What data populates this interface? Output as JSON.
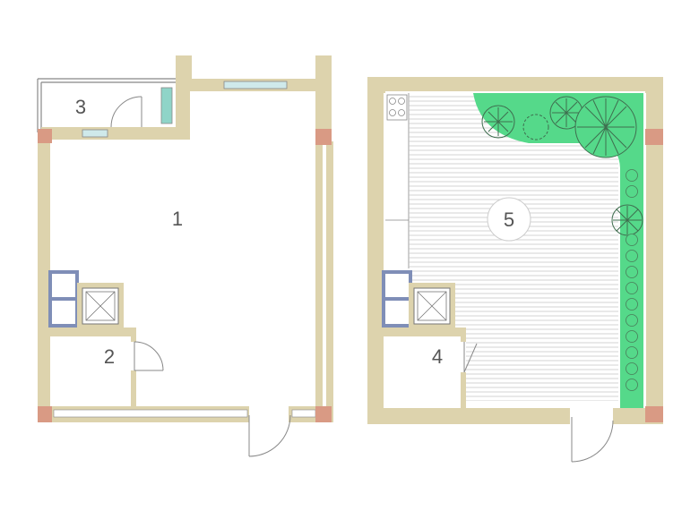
{
  "colors": {
    "wall": "#ddd3ad",
    "column": "#d99a84",
    "window_glass": "#cfe9ea",
    "partition": "#7f8eb7",
    "greenery": "#55d98a",
    "tree_outline": "#4a7d5a",
    "deck_line": "#c4c4c4",
    "door_line": "#888888",
    "stair_box": "#8fc6c7"
  },
  "plan_left": {
    "rooms": [
      {
        "number": "1"
      },
      {
        "number": "2"
      },
      {
        "number": "3"
      }
    ]
  },
  "plan_right": {
    "rooms": [
      {
        "number": "4"
      },
      {
        "number": "5"
      }
    ]
  }
}
